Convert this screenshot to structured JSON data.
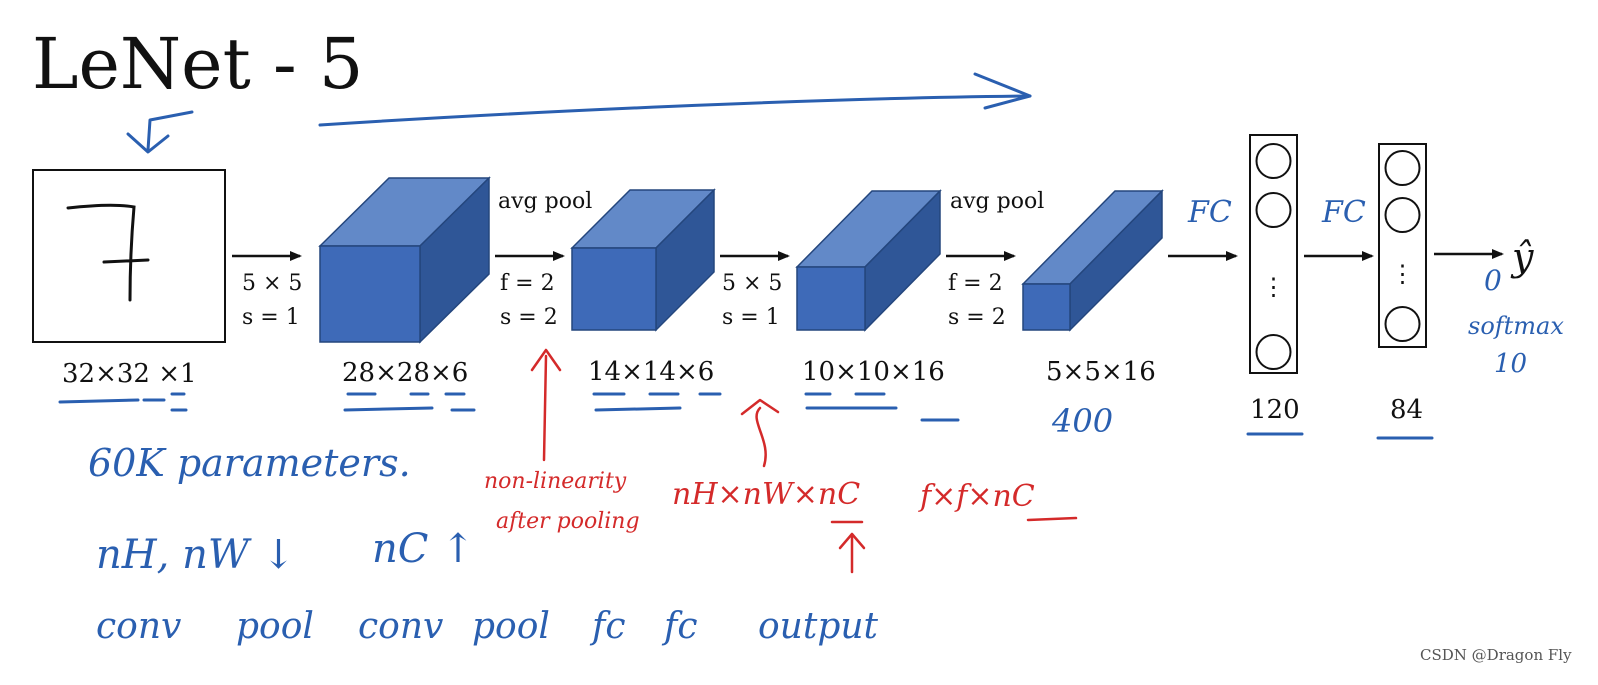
{
  "title": "LeNet - 5",
  "input": {
    "digit": "7",
    "label": "32×32 ×1"
  },
  "convs": [
    {
      "params_top": "5 × 5",
      "params_bottom": "s = 1",
      "output_label": "28×28×6"
    },
    {
      "params_top": "5 × 5",
      "params_bottom": "s = 1",
      "output_label": "10×10×16"
    }
  ],
  "pools": [
    {
      "title": "avg pool",
      "params_top": "f = 2",
      "params_bottom": "s = 2",
      "output_label": "14×14×6"
    },
    {
      "title": "avg pool",
      "params_top": "f = 2",
      "params_bottom": "s = 2",
      "output_label": "5×5×16"
    }
  ],
  "fc_layers": [
    {
      "hand_label": "FC",
      "size_label": "120",
      "dots": "⋮"
    },
    {
      "hand_label": "FC",
      "size_label": "84",
      "dots": "⋮"
    }
  ],
  "output": {
    "symbol": "ŷ",
    "hand_note_1": "softmax",
    "hand_note_2": "10",
    "hand_zero": "0"
  },
  "annotations_blue": {
    "flatten_count": "400",
    "params": "60K parameters.",
    "dims_decrease": "nH, nW ↓",
    "channels_increase": "nC ↑",
    "sequence": [
      "conv",
      "pool",
      "conv",
      "pool",
      "fc",
      "fc",
      "output"
    ]
  },
  "annotations_red": {
    "nonlinearity_line1": "non-linearity",
    "nonlinearity_line2": "after pooling",
    "volume": "nH×nW×nC",
    "filter": "f×f×nC"
  },
  "watermark": "CSDN @Dragon Fly",
  "colors": {
    "cube_front": "#3e6ab8",
    "cube_top": "#6289c8",
    "cube_side": "#2f5697",
    "cube_edge": "#24467d",
    "ink_blue": "#2a5fb0",
    "ink_red": "#d42a2a"
  }
}
